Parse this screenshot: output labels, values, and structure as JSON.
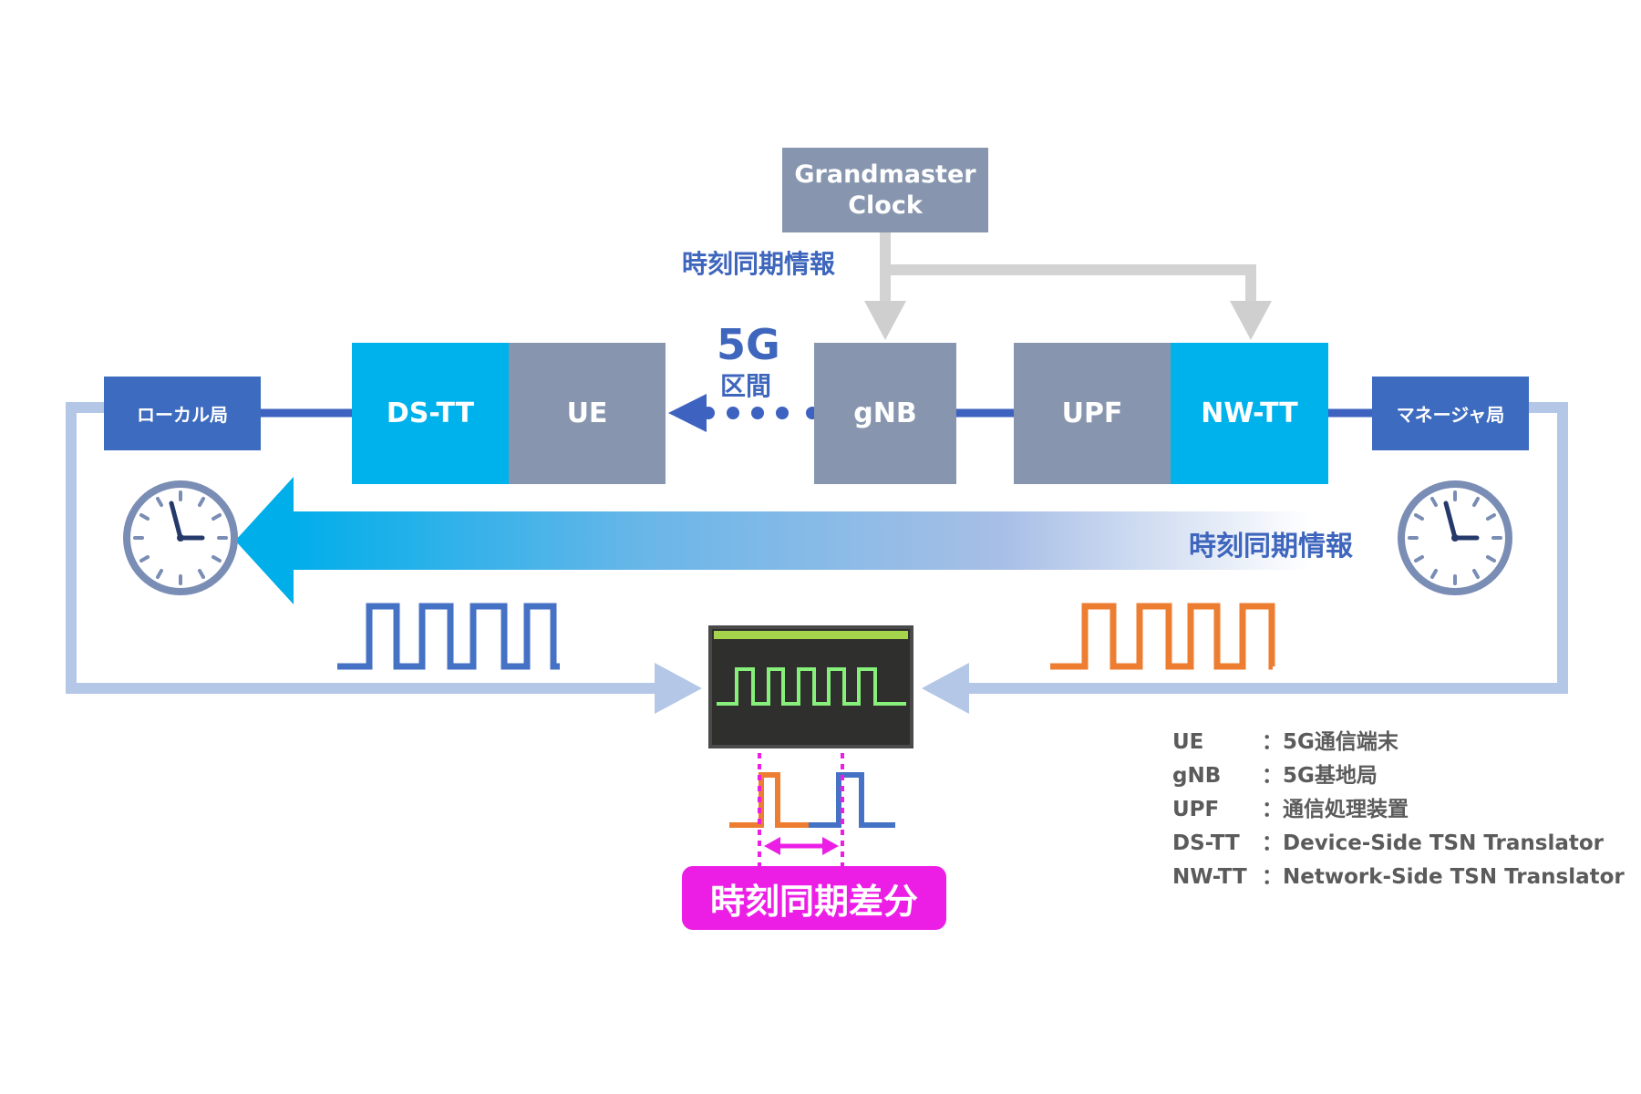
{
  "nodes": {
    "grandmaster": "Grandmaster\nClock",
    "ds_tt": "DS-TT",
    "ue": "UE",
    "gnb": "gNB",
    "upf": "UPF",
    "nw_tt": "NW-TT",
    "local_station": "ローカル局",
    "manager_station": "マネージャ局"
  },
  "labels": {
    "time_sync_top": "時刻同期情報",
    "fiveg": "5G",
    "section": "区間",
    "time_sync_mid": "時刻同期情報",
    "sync_diff": "時刻同期差分"
  },
  "legend": [
    {
      "term": "UE",
      "desc": "：5G通信端末"
    },
    {
      "term": "gNB",
      "desc": "：5G基地局"
    },
    {
      "term": "UPF",
      "desc": "：通信処理装置"
    },
    {
      "term": "DS-TT",
      "desc": "：Device-Side TSN Translator"
    },
    {
      "term": "NW-TT",
      "desc": "：Network-Side TSN Translator"
    }
  ],
  "colors": {
    "gray_box": "#8796ae",
    "cyan_box": "#00b2ec",
    "navy_box": "#3d6bbf",
    "link_blue": "#3d62c0",
    "loop_blue": "#b4c7e7",
    "wave_blue": "#4572c4",
    "wave_orange": "#ed7d31",
    "scope_green": "#87f07a",
    "magenta": "#ec1ee6"
  }
}
